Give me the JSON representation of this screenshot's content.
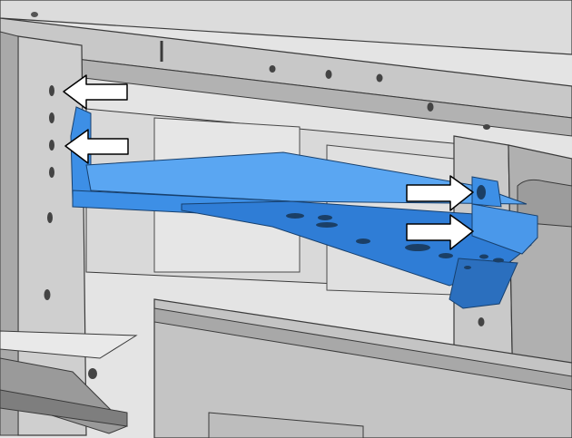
{
  "scene": {
    "description_name": "cad-sheet-metal-bracket-render",
    "colors": {
      "background": "#ffffff",
      "frame_light": "#d6d6d6",
      "frame_mid": "#bcbcbc",
      "frame_dark": "#8e8e8e",
      "frame_edge": "#3a3a3a",
      "bracket_top": "#5aa6f2",
      "bracket_face": "#3d8fe6",
      "bracket_shadow": "#2b6fbe",
      "bracket_edge": "#17406e",
      "arrow_fill": "#ffffff",
      "arrow_stroke": "#000000"
    },
    "arrows": [
      {
        "name": "arrow-left-upper",
        "direction": "left"
      },
      {
        "name": "arrow-left-lower",
        "direction": "left"
      },
      {
        "name": "arrow-right-upper",
        "direction": "right"
      },
      {
        "name": "arrow-right-lower",
        "direction": "right"
      }
    ]
  }
}
